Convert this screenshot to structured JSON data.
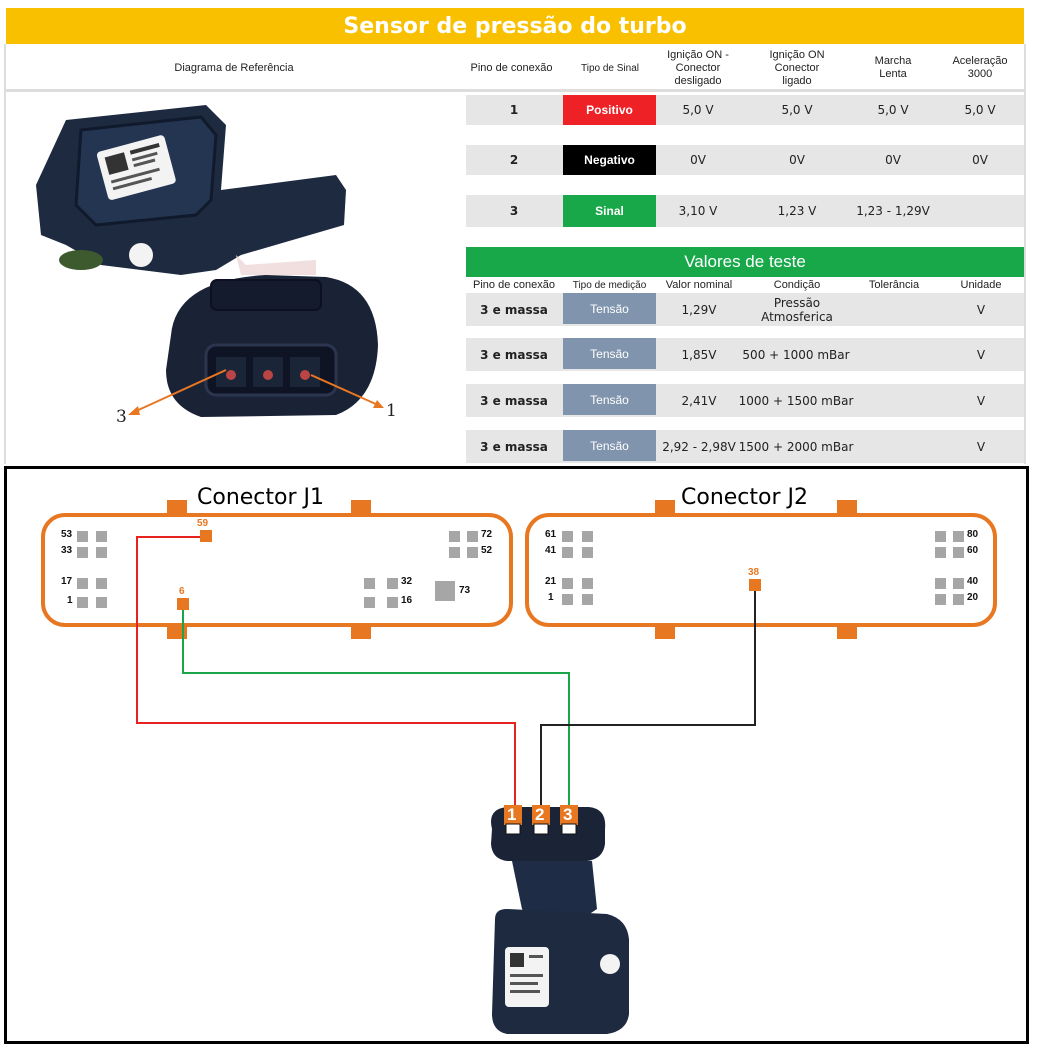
{
  "title": "Sensor de pressão do turbo",
  "headers": {
    "diagram": "Diagrama de Referência",
    "pin": "Pino de conexão",
    "signal_type": "Tipo de Sinal",
    "ign_off": "Ignição ON - Conector desligado",
    "ign_on": "Ignição ON Conector ligado",
    "idle": "Marcha Lenta",
    "accel": "Aceleração 3000"
  },
  "pin_rows": [
    {
      "pin": "1",
      "signal": "Positivo",
      "ign_off": "5,0 V",
      "ign_on": "5,0 V",
      "idle": "5,0 V",
      "accel": "5,0 V"
    },
    {
      "pin": "2",
      "signal": "Negativo",
      "ign_off": "0V",
      "ign_on": "0V",
      "idle": "0V",
      "accel": "0V"
    },
    {
      "pin": "3",
      "signal": "Sinal",
      "ign_off": "3,10 V",
      "ign_on": "1,23 V",
      "idle": "1,23 - 1,29V",
      "accel": ""
    }
  ],
  "signal_colors": {
    "Positivo": "#ee2127",
    "Negativo": "#000000",
    "Sinal": "#18a84a"
  },
  "test_title": "Valores de teste",
  "test_headers": {
    "pin": "Pino de conexão",
    "measure": "Tipo de medição",
    "nominal": "Valor nominal",
    "condition": "Condição",
    "tolerance": "Tolerância",
    "unit": "Unidade"
  },
  "test_rows": [
    {
      "pin": "3 e massa",
      "measure": "Tensão",
      "nominal": "1,29V",
      "condition": "Pressão Atmosferica",
      "tolerance": "",
      "unit": "V"
    },
    {
      "pin": "3 e massa",
      "measure": "Tensão",
      "nominal": "1,85V",
      "condition": "500 + 1000 mBar",
      "tolerance": "",
      "unit": "V"
    },
    {
      "pin": "3 e massa",
      "measure": "Tensão",
      "nominal": "2,41V",
      "condition": "1000 + 1500 mBar",
      "tolerance": "",
      "unit": "V"
    },
    {
      "pin": "3 e massa",
      "measure": "Tensão",
      "nominal": "2,92 - 2,98V",
      "condition": "1500 + 2000 mBar",
      "tolerance": "",
      "unit": "V"
    }
  ],
  "photo_labels": {
    "left": "3",
    "right": "1"
  },
  "connectors": {
    "j1": {
      "label": "Conector J1",
      "pins_left": [
        "53",
        "33",
        "17",
        "1"
      ],
      "pins_right": [
        "72",
        "52",
        "32",
        "16"
      ],
      "pin_extra": "73",
      "active_pins": [
        "59",
        "6"
      ]
    },
    "j2": {
      "label": "Conector J2",
      "pins_left": [
        "61",
        "41",
        "21",
        "1"
      ],
      "pins_right": [
        "80",
        "60",
        "40",
        "20"
      ],
      "active_pins": [
        "38"
      ]
    }
  },
  "sensor_pins": [
    "1",
    "2",
    "3"
  ],
  "wire_colors": {
    "red": "#e8231f",
    "green": "#1aa54a",
    "black": "#222222",
    "orange": "#e87722"
  }
}
